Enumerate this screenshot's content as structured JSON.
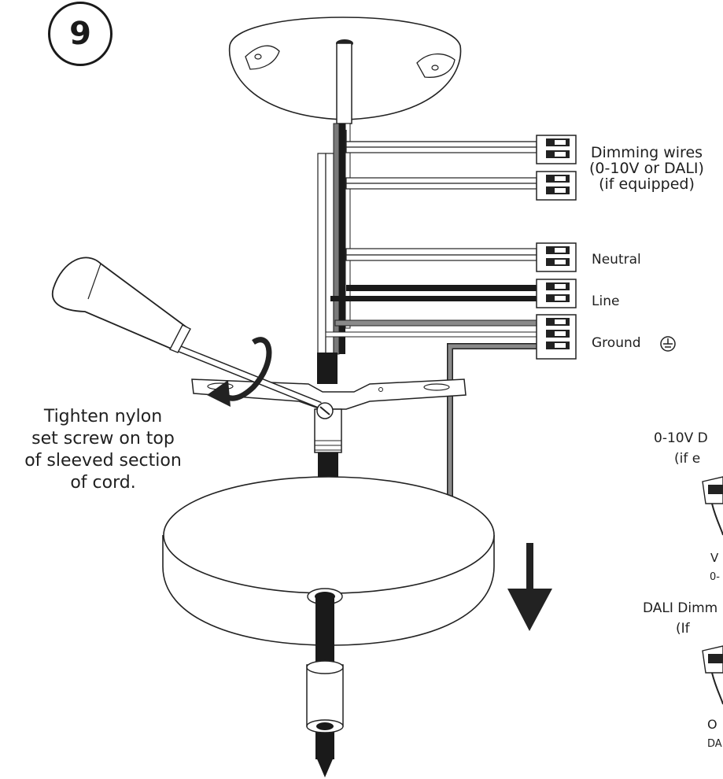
{
  "step": {
    "number": "9"
  },
  "labels": {
    "dimming": [
      "Dimming wires",
      "(0-10V or DALI)",
      "(if equipped)"
    ],
    "neutral": "Neutral",
    "line": "Line",
    "ground": "Ground",
    "instruction": [
      "Tighten nylon",
      "set screw on top",
      "of sleeved section",
      "of cord."
    ]
  },
  "side_panel": {
    "top_title": [
      "0-10V D",
      "(if e"
    ],
    "top_letter": "V",
    "top_small": "0-",
    "bottom_title": [
      "DALI Dimm",
      "(If"
    ],
    "bottom_letter": "O",
    "bottom_small": "DA"
  },
  "icons": [
    "ground-symbol-icon",
    "rotate-arrow-icon",
    "down-arrow-icon",
    "screwdriver-icon"
  ]
}
